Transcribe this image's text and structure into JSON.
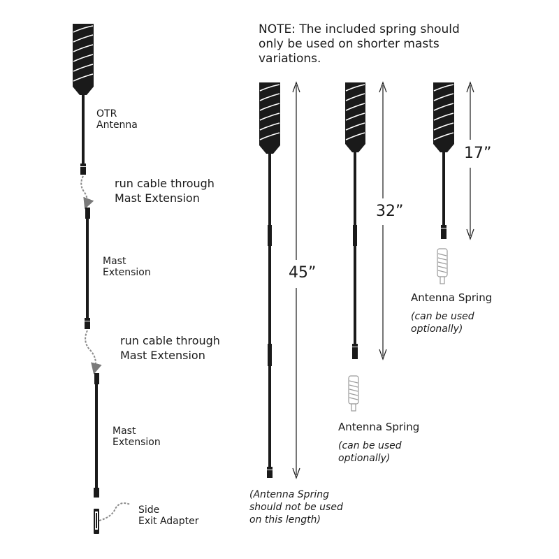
{
  "note": {
    "line1": "NOTE:  The included spring should",
    "line2": "only be used on shorter masts",
    "line3": "variations."
  },
  "assembly": {
    "otr_antenna": {
      "line1": "OTR",
      "line2": "Antenna"
    },
    "run_cable_1": {
      "line1": "run cable through",
      "line2": "Mast Extension"
    },
    "mast_extension_1": {
      "line1": "Mast",
      "line2": "Extension"
    },
    "run_cable_2": {
      "line1": "run cable through",
      "line2": "Mast Extension"
    },
    "mast_extension_2": {
      "line1": "Mast",
      "line2": "Extension"
    },
    "side_exit_adapter": {
      "line1": "Side",
      "line2": "Exit Adapter"
    }
  },
  "variants": [
    {
      "length": "45”",
      "spring_note": {
        "line1": "(Antenna Spring",
        "line2": "should not be used",
        "line3": "on this length)"
      }
    },
    {
      "length": "32”",
      "spring_label": "Antenna Spring",
      "spring_note": {
        "line1": "(can be used",
        "line2": "optionally)"
      }
    },
    {
      "length": "17”",
      "spring_label": "Antenna Spring",
      "spring_note": {
        "line1": "(can be used",
        "line2": "optionally)"
      }
    }
  ],
  "colors": {
    "ink": "#1a1a1a",
    "arrow": "#8a8a8a",
    "spring": "#9a9a9a"
  }
}
